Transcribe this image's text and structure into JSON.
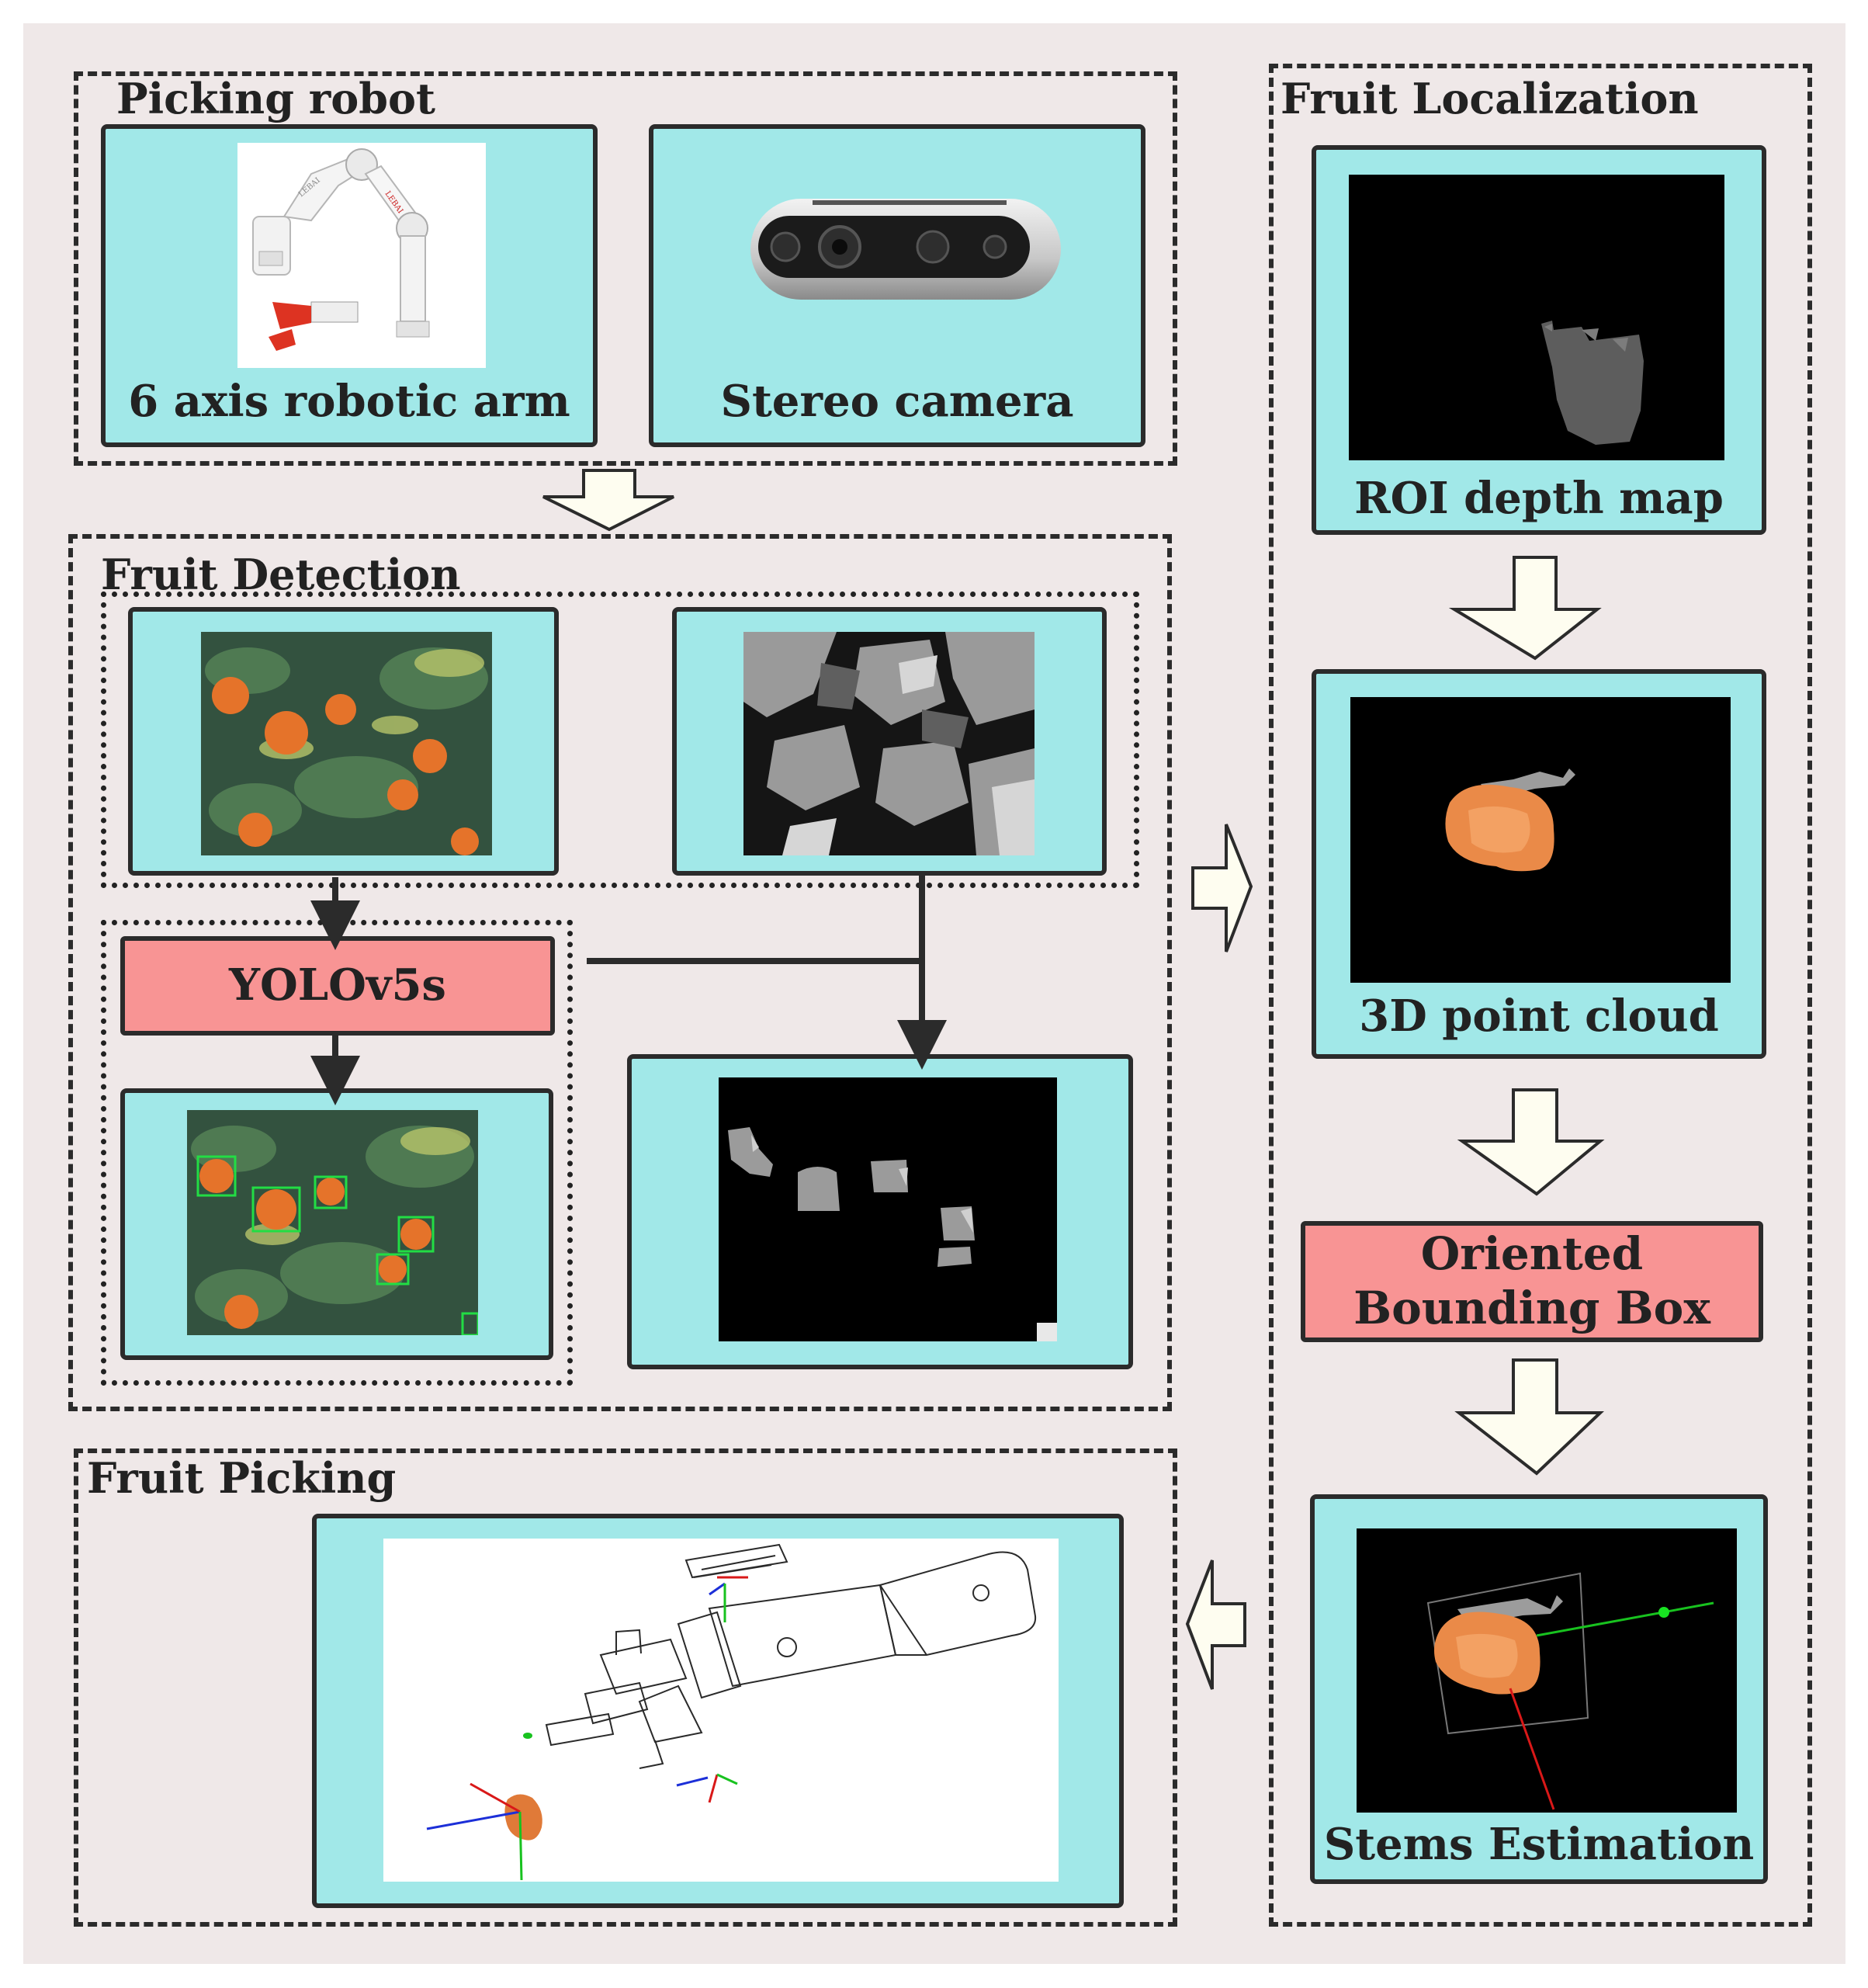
{
  "picking_robot": {
    "title": "Picking robot",
    "arm_label": "6 axis robotic arm",
    "camera_label": "Stereo camera"
  },
  "fruit_detection": {
    "title": "Fruit Detection",
    "model_label": "YOLOv5s"
  },
  "fruit_localization": {
    "title": "Fruit Localization",
    "depth_label": "ROI depth map",
    "cloud_label": "3D point cloud",
    "obb_label": "Oriented Bounding Box",
    "stems_label": "Stems Estimation"
  },
  "fruit_picking": {
    "title": "Fruit Picking"
  },
  "colors": {
    "panel": "#a1e8e8",
    "model_box": "#f89494",
    "background": "#efe8e8",
    "arrow_fill": "#fefdf0"
  }
}
